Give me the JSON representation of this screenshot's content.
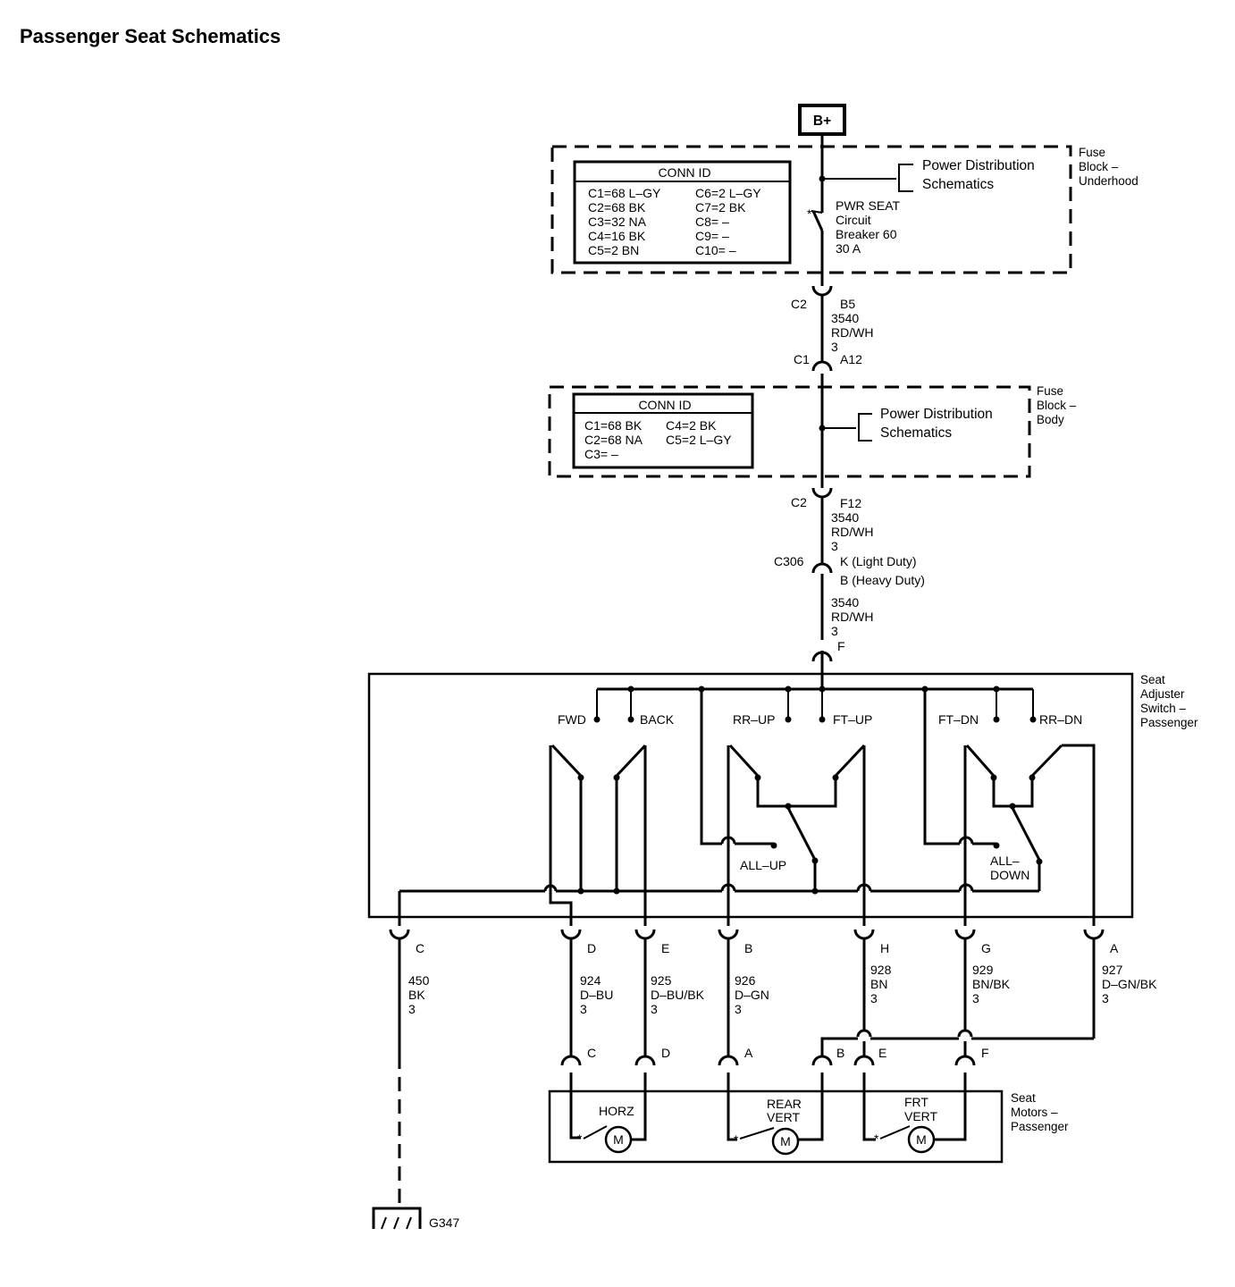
{
  "title": "Passenger Seat Schematics",
  "power": {
    "source": "B+"
  },
  "fuse_block_underhood": {
    "label": [
      "Fuse",
      "Block –",
      "Underhood"
    ],
    "conn_id_title": "CONN ID",
    "conn_id_left": [
      "C1=68 L–GY",
      "C2=68 BK",
      "C3=32 NA",
      "C4=16 BK",
      "C5=2 BN"
    ],
    "conn_id_right": [
      "C6=2 L–GY",
      "C7=2 BK",
      "C8= –",
      "C9= –",
      "C10= –"
    ],
    "power_distribution": [
      "Power Distribution",
      "Schematics"
    ],
    "breaker": [
      "PWR SEAT",
      "Circuit",
      "Breaker 60",
      "30 A"
    ]
  },
  "wire_seg_1": {
    "top_conn": "C2",
    "top_pin": "B5",
    "wire": [
      "3540",
      "RD/WH",
      "3"
    ],
    "bottom_conn": "C1",
    "bottom_pin": "A12"
  },
  "fuse_block_body": {
    "label": [
      "Fuse",
      "Block –",
      "Body"
    ],
    "conn_id_title": "CONN ID",
    "conn_id_left": [
      "C1=68 BK",
      "C2=68 NA",
      "C3= –"
    ],
    "conn_id_right": [
      "C4=2 BK",
      "C5=2 L–GY"
    ],
    "power_distribution": [
      "Power Distribution",
      "Schematics"
    ]
  },
  "wire_seg_2": {
    "top_conn": "C2",
    "top_pin": "F12",
    "wire": [
      "3540",
      "RD/WH",
      "3"
    ],
    "inline_conn": "C306",
    "inline_pins": [
      "K (Light Duty)",
      "B (Heavy Duty)"
    ],
    "wire2": [
      "3540",
      "RD/WH",
      "3"
    ],
    "switch_pin": "F"
  },
  "seat_switch": {
    "label": [
      "Seat",
      "Adjuster",
      "Switch –",
      "Passenger"
    ],
    "contacts": [
      "FWD",
      "BACK",
      "RR–UP",
      "FT–UP",
      "FT–DN",
      "RR–DN"
    ],
    "all_up": "ALL–UP",
    "all_down": [
      "ALL–",
      "DOWN"
    ]
  },
  "outputs": [
    {
      "pin": "C",
      "circuit": [
        "450",
        "BK",
        "3"
      ]
    },
    {
      "pin": "D",
      "circuit": [
        "924",
        "D–BU",
        "3"
      ]
    },
    {
      "pin": "E",
      "circuit": [
        "925",
        "D–BU/BK",
        "3"
      ]
    },
    {
      "pin": "B",
      "circuit": [
        "926",
        "D–GN",
        "3"
      ]
    },
    {
      "pin": "H",
      "circuit": [
        "928",
        "BN",
        "3"
      ]
    },
    {
      "pin": "G",
      "circuit": [
        "929",
        "BN/BK",
        "3"
      ]
    },
    {
      "pin": "A",
      "circuit": [
        "927",
        "D–GN/BK",
        "3"
      ]
    }
  ],
  "motor_pins": [
    "C",
    "D",
    "A",
    "B",
    "E",
    "F"
  ],
  "seat_motors": {
    "label": [
      "Seat",
      "Motors –",
      "Passenger"
    ],
    "horz": "HORZ",
    "rear_vert": [
      "REAR",
      "VERT"
    ],
    "frt_vert": [
      "FRT",
      "VERT"
    ],
    "motor_symbol": "M"
  },
  "ground": "G347"
}
